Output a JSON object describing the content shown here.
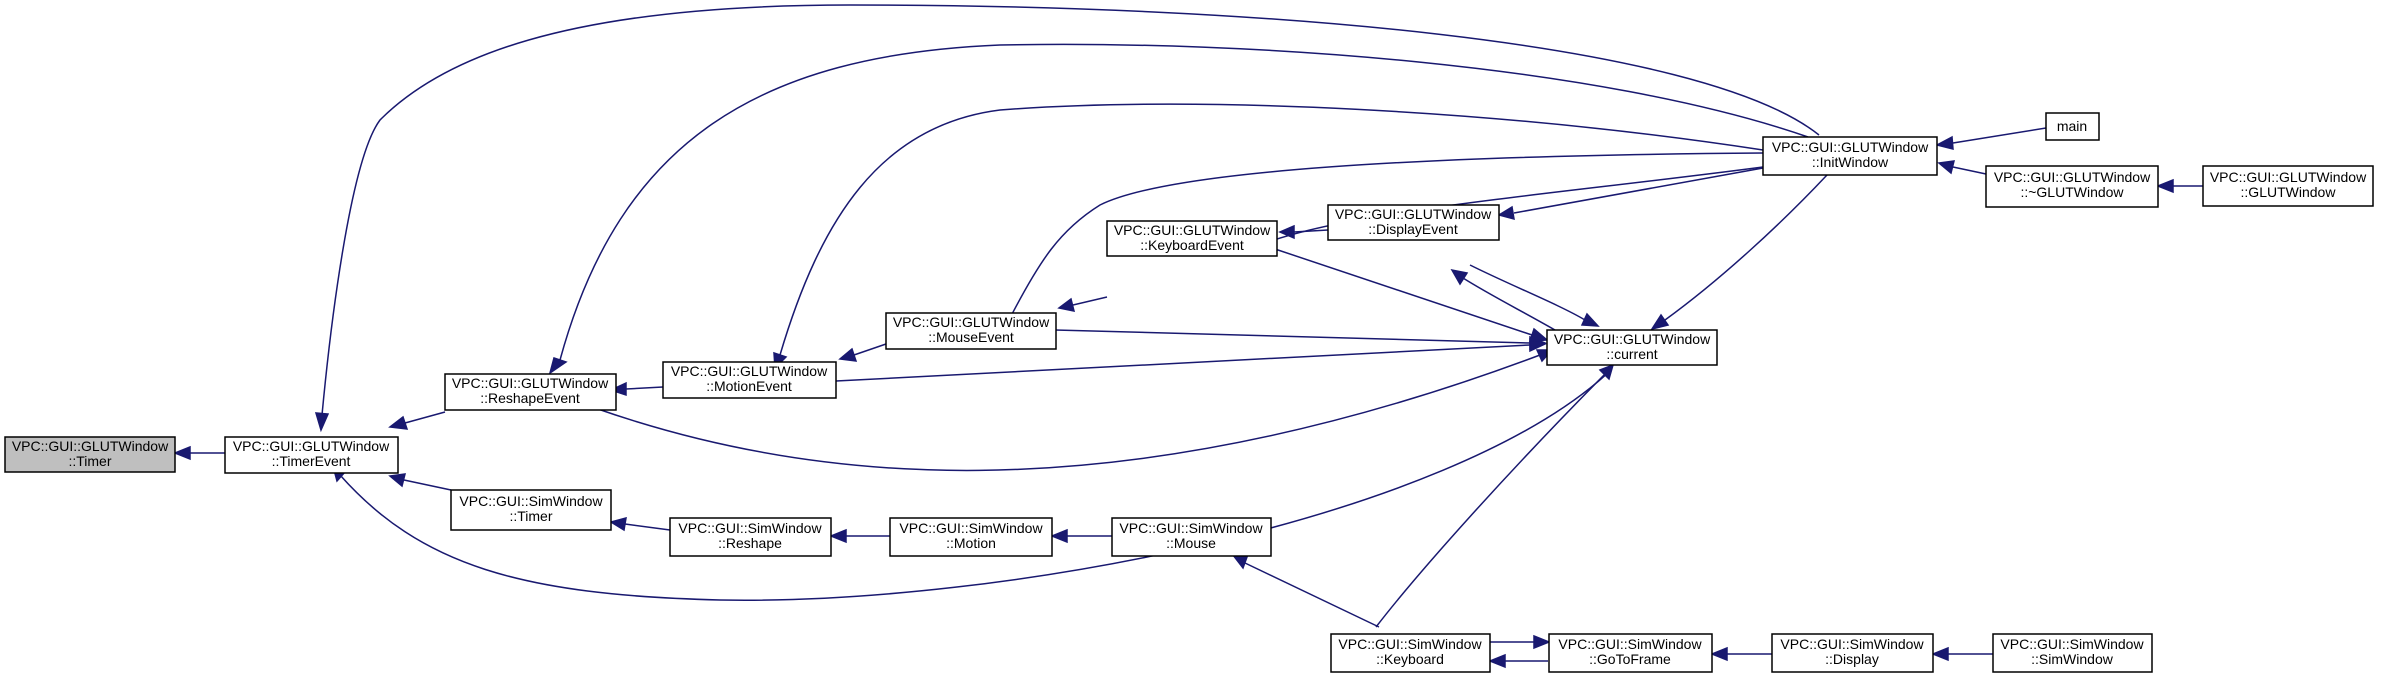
{
  "colors": {
    "edge": "#191970",
    "highlight_fill": "#bfbfbf",
    "node_border": "#000000"
  },
  "nodes": {
    "timer": {
      "line1": "VPC::GUI::GLUTWindow",
      "line2": "::Timer"
    },
    "timer_event": {
      "line1": "VPC::GUI::GLUTWindow",
      "line2": "::TimerEvent"
    },
    "reshape_event": {
      "line1": "VPC::GUI::GLUTWindow",
      "line2": "::ReshapeEvent"
    },
    "motion_event": {
      "line1": "VPC::GUI::GLUTWindow",
      "line2": "::MotionEvent"
    },
    "mouse_event": {
      "line1": "VPC::GUI::GLUTWindow",
      "line2": "::MouseEvent"
    },
    "keyboard_event": {
      "line1": "VPC::GUI::GLUTWindow",
      "line2": "::KeyboardEvent"
    },
    "display_event": {
      "line1": "VPC::GUI::GLUTWindow",
      "line2": "::DisplayEvent"
    },
    "current": {
      "line1": "VPC::GUI::GLUTWindow",
      "line2": "::current"
    },
    "init_window": {
      "line1": "VPC::GUI::GLUTWindow",
      "line2": "::InitWindow"
    },
    "main": {
      "line1": "main",
      "line2": ""
    },
    "dtor": {
      "line1": "VPC::GUI::GLUTWindow",
      "line2": "::~GLUTWindow"
    },
    "ctor": {
      "line1": "VPC::GUI::GLUTWindow",
      "line2": "::GLUTWindow"
    },
    "sim_timer": {
      "line1": "VPC::GUI::SimWindow",
      "line2": "::Timer"
    },
    "sim_reshape": {
      "line1": "VPC::GUI::SimWindow",
      "line2": "::Reshape"
    },
    "sim_motion": {
      "line1": "VPC::GUI::SimWindow",
      "line2": "::Motion"
    },
    "sim_mouse": {
      "line1": "VPC::GUI::SimWindow",
      "line2": "::Mouse"
    },
    "sim_keyboard": {
      "line1": "VPC::GUI::SimWindow",
      "line2": "::Keyboard"
    },
    "sim_gotoframe": {
      "line1": "VPC::GUI::SimWindow",
      "line2": "::GoToFrame"
    },
    "sim_display": {
      "line1": "VPC::GUI::SimWindow",
      "line2": "::Display"
    },
    "sim_ctor": {
      "line1": "VPC::GUI::SimWindow",
      "line2": "::SimWindow"
    }
  }
}
